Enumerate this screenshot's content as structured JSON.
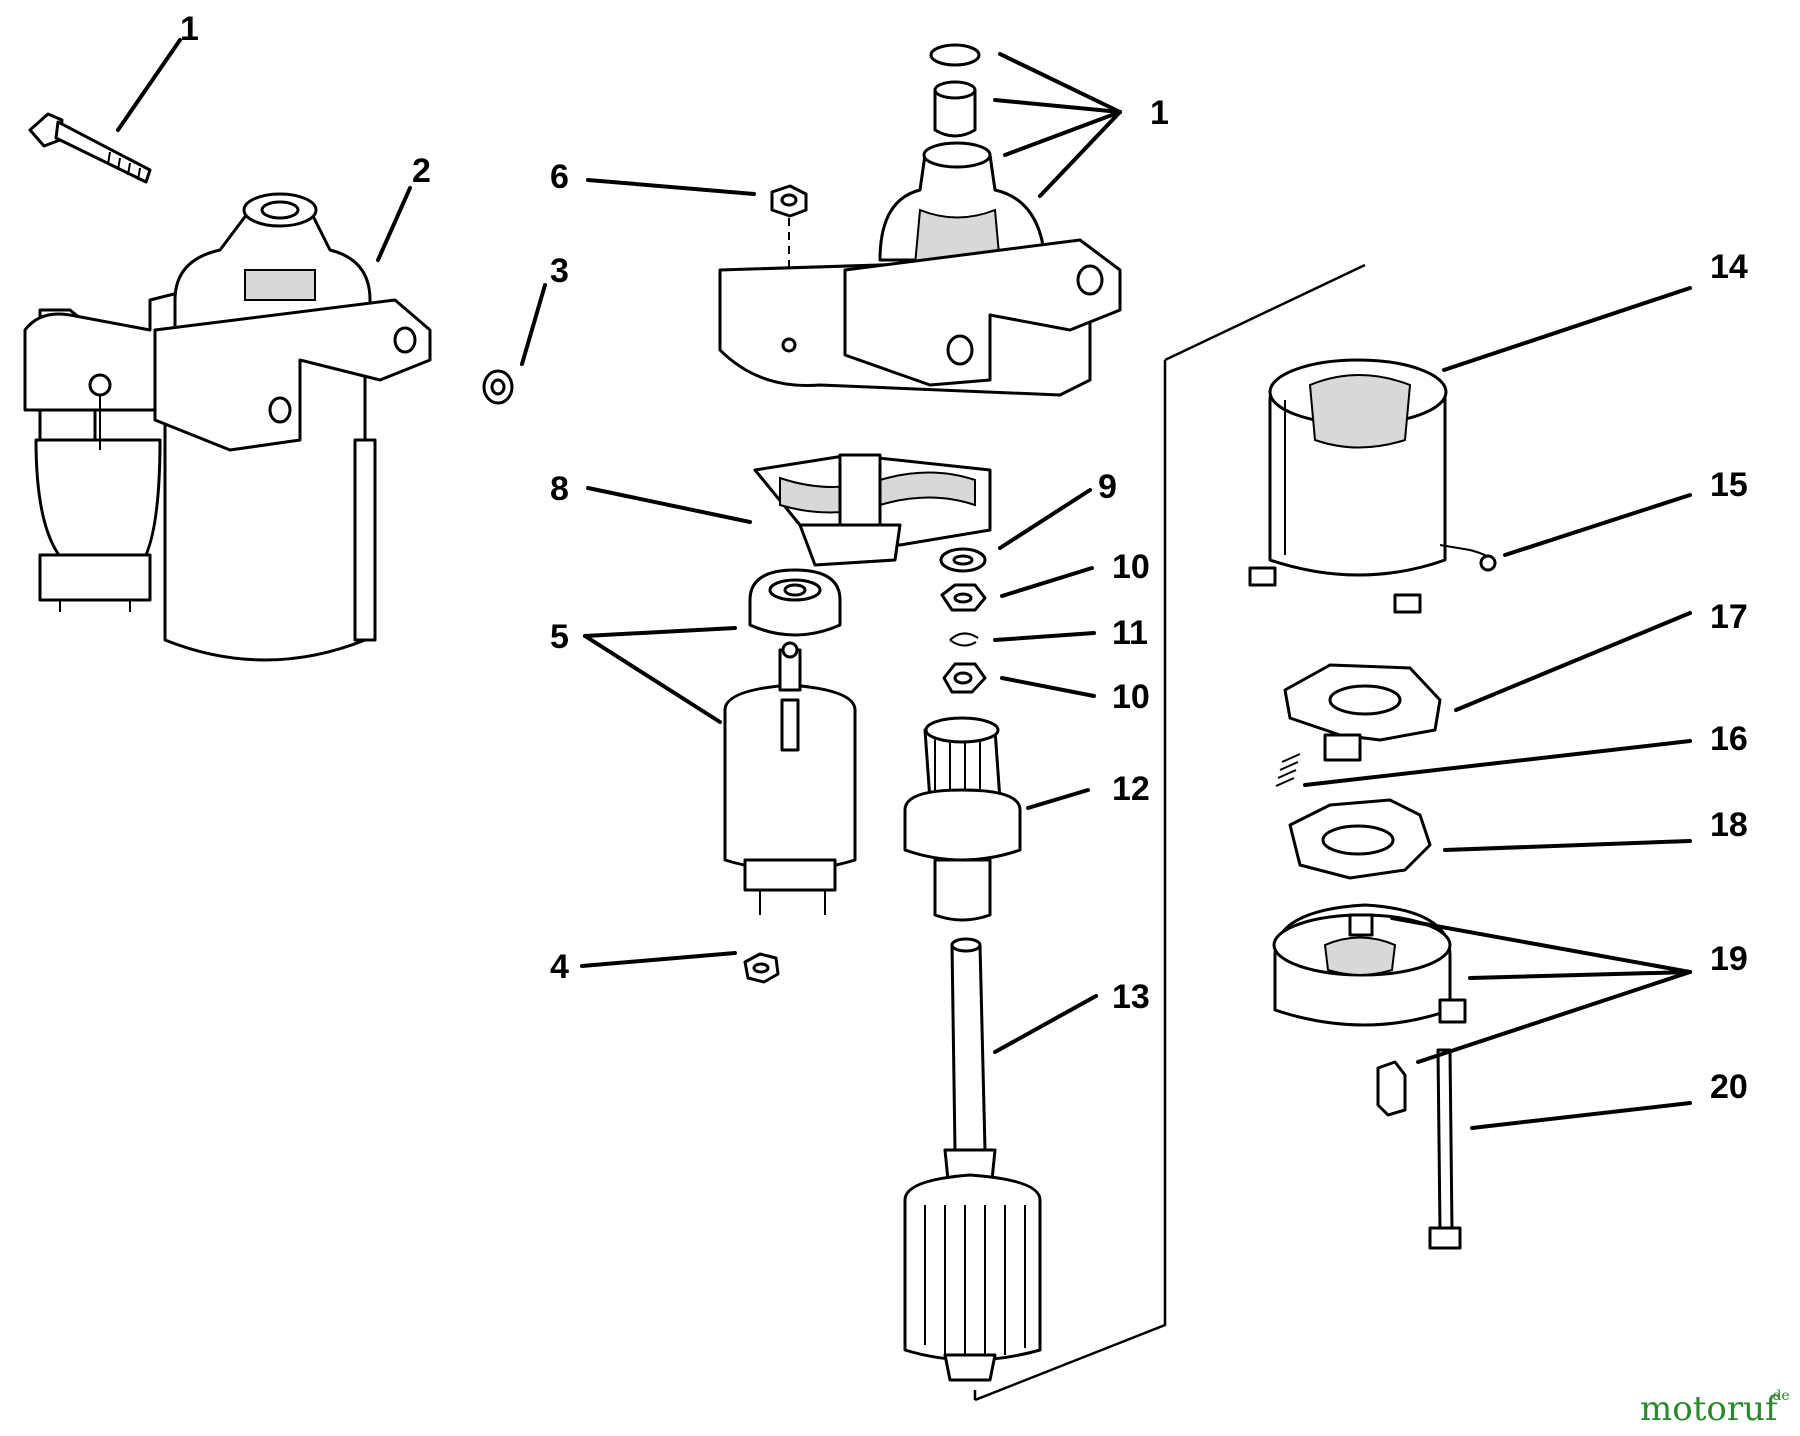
{
  "callouts": [
    {
      "id": "c1a",
      "text": "1"
    },
    {
      "id": "c2",
      "text": "2"
    },
    {
      "id": "c3",
      "text": "3"
    },
    {
      "id": "c6",
      "text": "6"
    },
    {
      "id": "c1b",
      "text": "1"
    },
    {
      "id": "c8",
      "text": "8"
    },
    {
      "id": "c9",
      "text": "9"
    },
    {
      "id": "c10a",
      "text": "10"
    },
    {
      "id": "c11",
      "text": "11"
    },
    {
      "id": "c10b",
      "text": "10"
    },
    {
      "id": "c5",
      "text": "5"
    },
    {
      "id": "c12",
      "text": "12"
    },
    {
      "id": "c4",
      "text": "4"
    },
    {
      "id": "c13",
      "text": "13"
    },
    {
      "id": "c14",
      "text": "14"
    },
    {
      "id": "c15",
      "text": "15"
    },
    {
      "id": "c17",
      "text": "17"
    },
    {
      "id": "c16",
      "text": "16"
    },
    {
      "id": "c18",
      "text": "18"
    },
    {
      "id": "c19",
      "text": "19"
    },
    {
      "id": "c20",
      "text": "20"
    }
  ],
  "watermark": {
    "brand": "motoruf",
    "suffix": ".de",
    "accent": "#2a8a2a",
    "dot_color": "#d04010"
  }
}
